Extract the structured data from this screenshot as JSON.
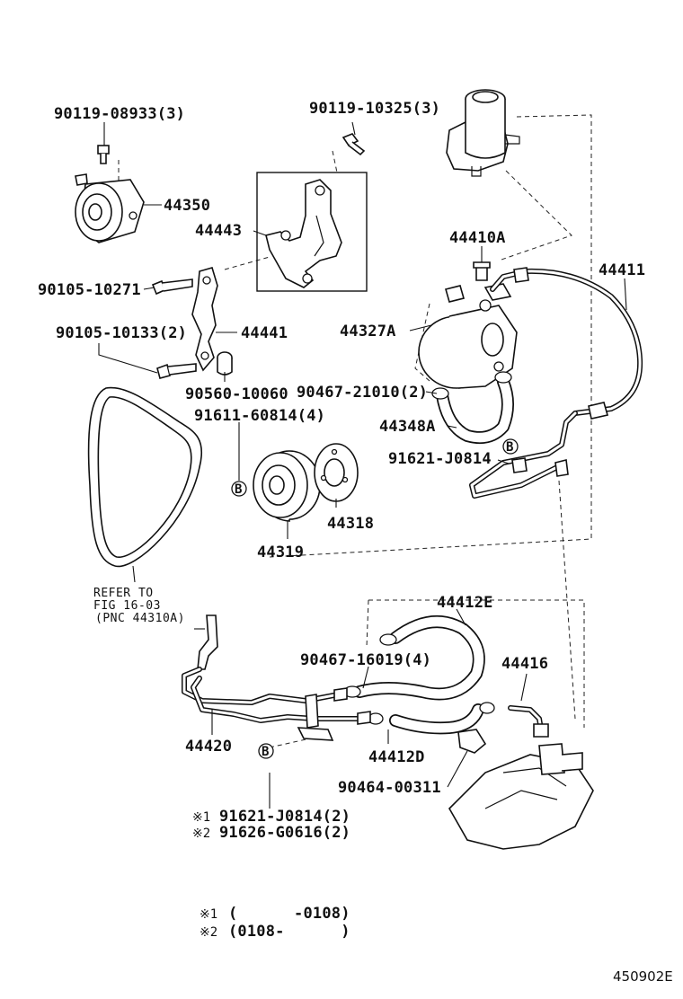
{
  "labels": {
    "p90119_08933": "90119-08933(3)",
    "p90119_10325": "90119-10325(3)",
    "p44350": "44350",
    "p44443": "44443",
    "p44410a": "44410A",
    "p44411": "44411",
    "p90105_10271": "90105-10271",
    "p44327a": "44327A",
    "p90105_10133": "90105-10133(2)",
    "p44441": "44441",
    "p90560_10060": "90560-10060",
    "p90467_21010": "90467-21010(2)",
    "p91611_60814": "91611-60814(4)",
    "p44348a": "44348A",
    "p91621_j0814": "91621-J0814",
    "p44318": "44318",
    "p44319": "44319",
    "p44412e": "44412E",
    "p90467_16019": "90467-16019(4)",
    "p44416": "44416",
    "p44420": "44420",
    "p44412d": "44412D",
    "p90464_00311": "90464-00311"
  },
  "refer": {
    "line1": "REFER TO",
    "line2": "FIG 16-03",
    "line3": "(PNC 44310A)"
  },
  "markers": {
    "b": "B"
  },
  "notes": {
    "n1_mark": "※1",
    "n1_part": "91621-J0814(2)",
    "n2_mark": "※2",
    "n2_part": "91626-G0616(2)",
    "f1_mark": "※1",
    "f1_range": "(      -0108)",
    "f2_mark": "※2",
    "f2_range": "(0108-      )"
  },
  "diagram_id": "450902E"
}
